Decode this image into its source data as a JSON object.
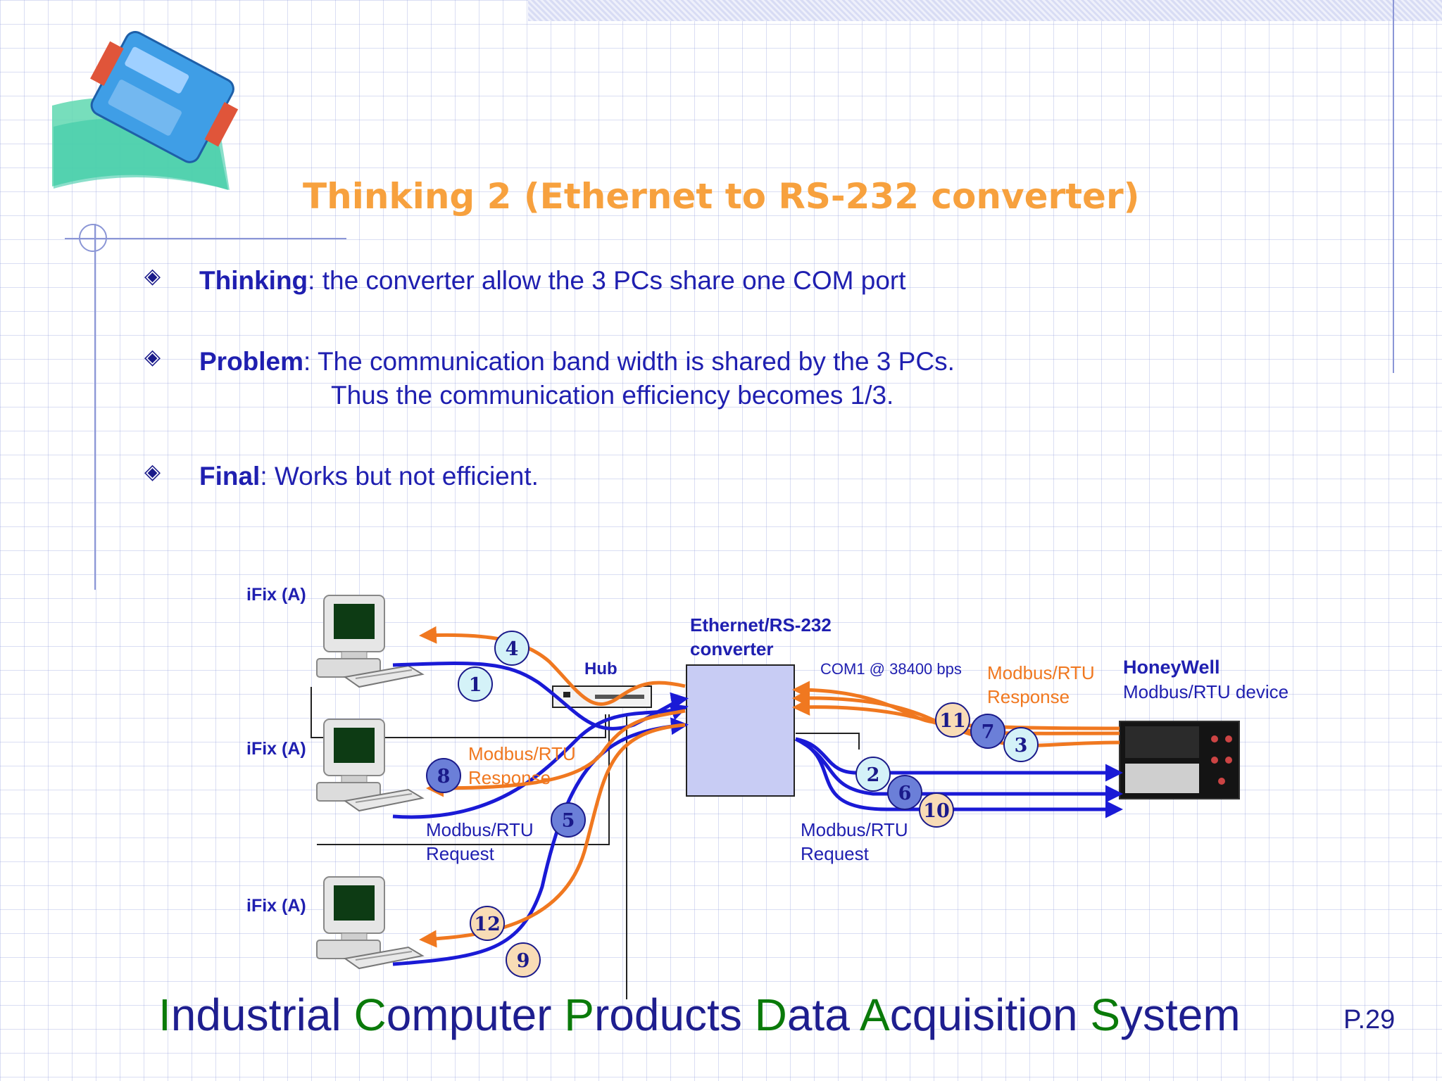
{
  "title": "Thinking 2 (Ethernet to RS-232 converter)",
  "bullets": [
    {
      "keyword": "Thinking",
      "text": ": the converter allow the 3 PCs share one COM port",
      "continuation": ""
    },
    {
      "keyword": "Problem",
      "text": ": The communication band width is shared by the 3 PCs.",
      "continuation": "Thus the communication efficiency becomes 1/3."
    },
    {
      "keyword": "Final",
      "text": ": Works but not efficient.",
      "continuation": ""
    }
  ],
  "diagram": {
    "pc_label": "iFix (A)",
    "hub_label": "Hub",
    "converter_label_line1": "Ethernet/RS-232",
    "converter_label_line2": "converter",
    "com_label": "COM1 @ 38400 bps",
    "device_title": "HoneyWell",
    "device_subtitle": "Modbus/RTU device",
    "response_label_line1": "Modbus/RTU",
    "response_label_line2": "Response",
    "request_label_line1": "Modbus/RTU",
    "request_label_line2": "Request",
    "steps": [
      "1",
      "2",
      "3",
      "4",
      "5",
      "6",
      "7",
      "8",
      "9",
      "10",
      "11",
      "12"
    ]
  },
  "footer": {
    "words": [
      {
        "cap": "I",
        "rest": "ndustrial "
      },
      {
        "cap": "C",
        "rest": "omputer "
      },
      {
        "cap": "P",
        "rest": "roducts "
      },
      {
        "cap": "D",
        "rest": "ata "
      },
      {
        "cap": "A",
        "rest": "cquisition "
      },
      {
        "cap": "S",
        "rest": "ystem"
      }
    ],
    "page": "P.29"
  },
  "colors": {
    "title": "#f7a13e",
    "text": "#1f1fb0",
    "request_blue": "#1a1ad6",
    "response_orange": "#f07820",
    "footer_cap_green": "#0a7a0a",
    "converter_fill": "#c8ccf4"
  }
}
